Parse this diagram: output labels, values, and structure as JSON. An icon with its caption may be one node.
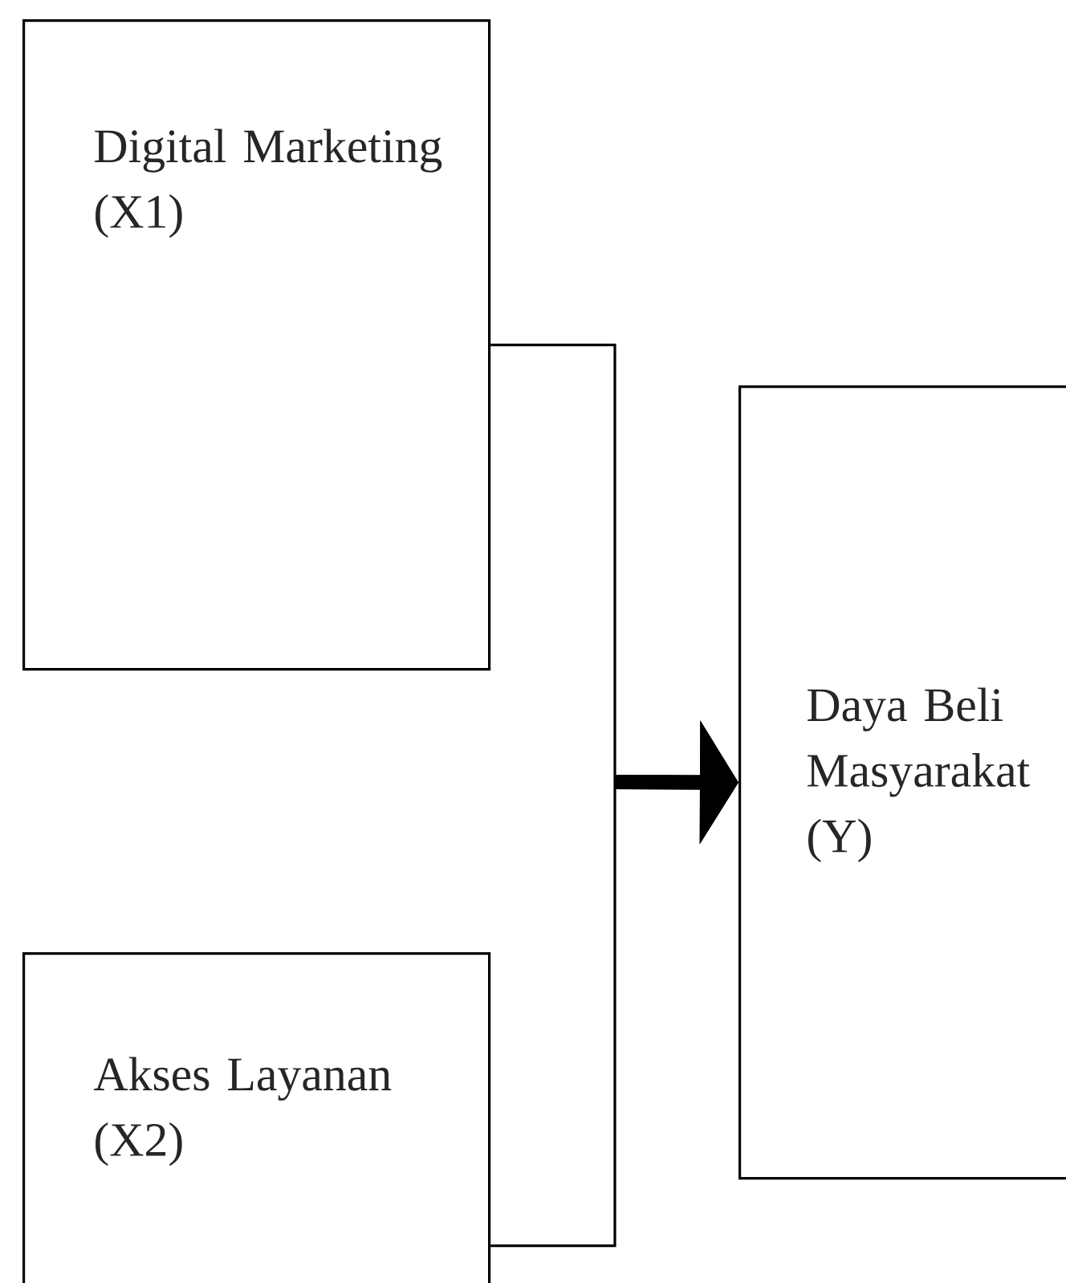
{
  "diagram": {
    "nodes": [
      {
        "text": [
          "Digital Marketing (X1)"
        ]
      },
      {
        "text": [
          "Akses Layanan (X2)"
        ]
      },
      {
        "text": [
          "Daya Beli Masyarakat (Y)"
        ]
      }
    ],
    "edges": [
      {
        "from": 0,
        "to": 2,
        "arrow": "to"
      },
      {
        "from": 1,
        "to": 2,
        "arrow": "to"
      }
    ]
  }
}
